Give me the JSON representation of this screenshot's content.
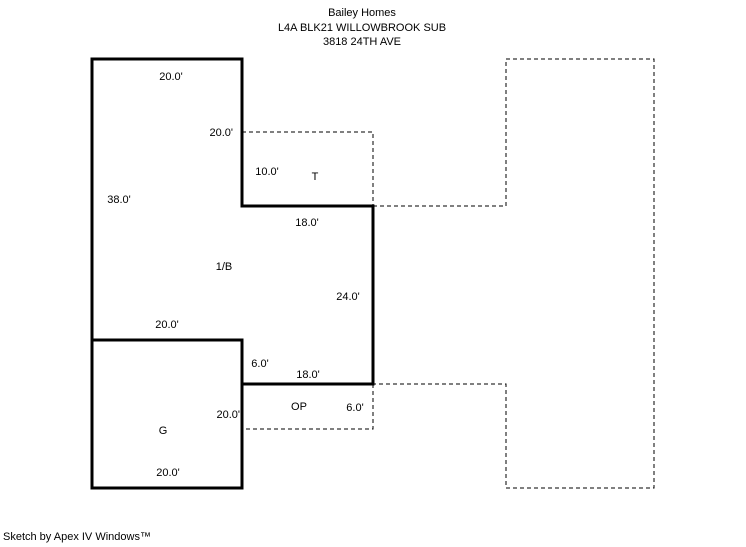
{
  "title": {
    "builder": "Bailey Homes",
    "legal": "L4A BLK21 WILLOWBROOK SUB",
    "address": "3818 24TH AVE"
  },
  "sketch": {
    "areas": {
      "living": "1/B",
      "garage": "G",
      "open_porch": "OP",
      "t": "T"
    },
    "dims": {
      "top_width": "20.0'",
      "upper_right_wall": "20.0'",
      "t_left_height": "10.0'",
      "left_wall": "38.0'",
      "t_bottom_width": "18.0'",
      "right_wall": "24.0'",
      "lower_left_width": "20.0'",
      "step_wall": "6.0'",
      "porch_top_width": "18.0'",
      "porch_right_height": "6.0'",
      "garage_right_wall": "20.0'",
      "garage_bottom_width": "20.0'"
    },
    "line_color": "#000000",
    "background_color": "#ffffff"
  },
  "footer": {
    "credit": "Sketch by Apex IV Windows™"
  }
}
